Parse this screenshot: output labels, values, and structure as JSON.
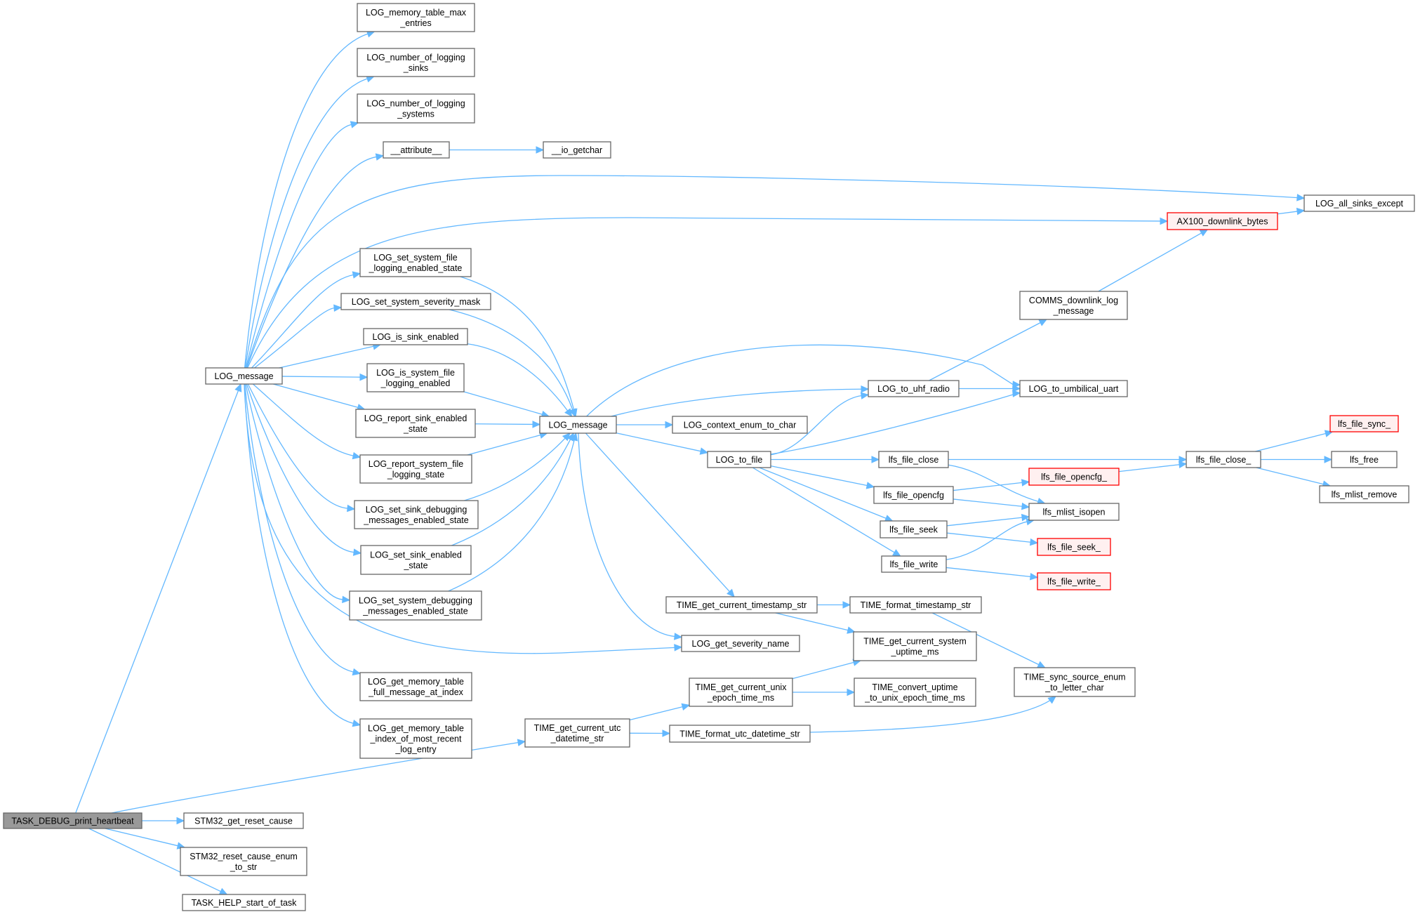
{
  "diagram": {
    "nodes": {
      "root": [
        "TASK_DEBUG_print_heartbeat"
      ],
      "logmsg_a": [
        "LOG_message"
      ],
      "mem_max": [
        "LOG_memory_table_max",
        "_entries"
      ],
      "n_sinks": [
        "LOG_number_of_logging",
        "_sinks"
      ],
      "n_systems": [
        "LOG_number_of_logging",
        "_systems"
      ],
      "attr": [
        "__attribute__"
      ],
      "getchar": [
        "__io_getchar"
      ],
      "all_sinks": [
        "LOG_all_sinks_except"
      ],
      "ax100": [
        "AX100_downlink_bytes"
      ],
      "sys_file_state": [
        "LOG_set_system_file",
        "_logging_enabled_state"
      ],
      "sev_mask": [
        "LOG_set_system_severity_mask"
      ],
      "sink_enabled": [
        "LOG_is_sink_enabled"
      ],
      "sys_file_enabled": [
        "LOG_is_system_file",
        "_logging_enabled"
      ],
      "report_sink": [
        "LOG_report_sink_enabled",
        "_state"
      ],
      "report_sys": [
        "LOG_report_system_file",
        "_logging_state"
      ],
      "sink_debug": [
        "LOG_set_sink_debugging",
        "_messages_enabled_state"
      ],
      "sink_en_state": [
        "LOG_set_sink_enabled",
        "_state"
      ],
      "sys_debug": [
        "LOG_set_system_debugging",
        "_messages_enabled_state"
      ],
      "mem_full": [
        "LOG_get_memory_table",
        "_full_message_at_index"
      ],
      "mem_recent": [
        "LOG_get_memory_table",
        "_index_of_most_recent",
        "_log_entry"
      ],
      "logmsg_b": [
        "LOG_message"
      ],
      "ctx_enum": [
        "LOG_context_enum_to_char"
      ],
      "to_file": [
        "LOG_to_file"
      ],
      "to_uhf": [
        "LOG_to_uhf_radio"
      ],
      "comms": [
        "COMMS_downlink_log",
        "_message"
      ],
      "umb": [
        "LOG_to_umbilical_uart"
      ],
      "f_close": [
        "lfs_file_close"
      ],
      "f_opencfg": [
        "lfs_file_opencfg"
      ],
      "f_opencfg_": [
        "lfs_file_opencfg_"
      ],
      "f_seek": [
        "lfs_file_seek"
      ],
      "f_seek_": [
        "lfs_file_seek_"
      ],
      "f_write": [
        "lfs_file_write"
      ],
      "f_write_": [
        "lfs_file_write_"
      ],
      "mlist_isopen": [
        "lfs_mlist_isopen"
      ],
      "f_close_": [
        "lfs_file_close_"
      ],
      "f_sync_": [
        "lfs_file_sync_"
      ],
      "free": [
        "lfs_free"
      ],
      "mlist_remove": [
        "lfs_mlist_remove"
      ],
      "ts_str": [
        "TIME_get_current_timestamp_str"
      ],
      "fmt_ts": [
        "TIME_format_timestamp_str"
      ],
      "sev_name": [
        "LOG_get_severity_name"
      ],
      "uptime": [
        "TIME_get_current_system",
        "_uptime_ms"
      ],
      "unix": [
        "TIME_get_current_unix",
        "_epoch_time_ms"
      ],
      "conv": [
        "TIME_convert_uptime",
        "_to_unix_epoch_time_ms"
      ],
      "sync_enum": [
        "TIME_sync_source_enum",
        "_to_letter_char"
      ],
      "utc_str": [
        "TIME_get_current_utc",
        "_datetime_str"
      ],
      "fmt_utc": [
        "TIME_format_utc_datetime_str"
      ],
      "reset": [
        "STM32_get_reset_cause"
      ],
      "reset_enum": [
        "STM32_reset_cause_enum",
        "_to_str"
      ],
      "task_help": [
        "TASK_HELP_start_of_task"
      ]
    }
  }
}
